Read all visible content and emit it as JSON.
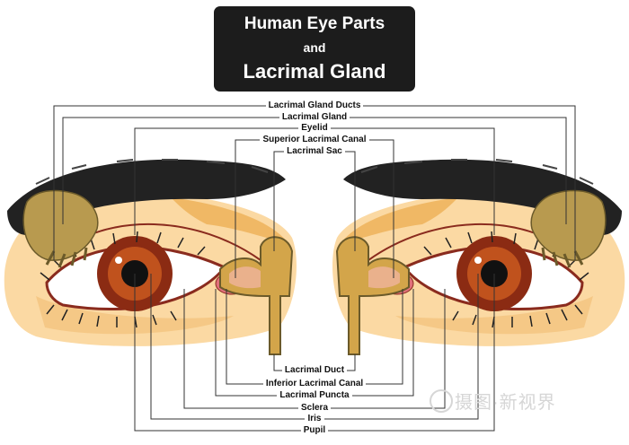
{
  "title": {
    "line1": "Human Eye Parts",
    "line2": "and",
    "line3": "Lacrimal Gland"
  },
  "labels": {
    "top": [
      "Lacrimal Gland Ducts",
      "Lacrimal Gland",
      "Eyelid",
      "Superior Lacrimal Canal",
      "Lacrimal Sac"
    ],
    "bottom": [
      "Lacrimal Duct",
      "Inferior Lacrimal Canal",
      "Lacrimal Puncta",
      "Sclera",
      "Iris",
      "Pupil"
    ]
  },
  "watermark": "摄图·新视界",
  "colors": {
    "skin": "#fbd9a3",
    "skin_shadow": "#f0b865",
    "brow": "#222222",
    "gland": "#b89a4f",
    "gland_outline": "#6b5a2a",
    "lid_line": "#8a2b1e",
    "iris": "#8b2b13",
    "iris_inner": "#c0521d",
    "pupil": "#111111",
    "sclera": "#ffffff",
    "caruncle": "#e0707a",
    "leader": "#333333"
  }
}
